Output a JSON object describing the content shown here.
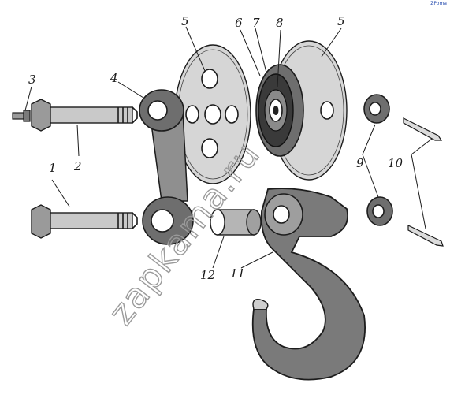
{
  "callouts": {
    "c1": "1",
    "c2": "2",
    "c3": "3",
    "c4": "4",
    "c5a": "5",
    "c5b": "5",
    "c6": "6",
    "c7": "7",
    "c8": "8",
    "c9": "9",
    "c10": "10",
    "c11": "11",
    "c12": "12"
  },
  "watermark": "zapkama.ru",
  "corner_mark": "ZPoma",
  "colors": {
    "ink": "#1c1c1c",
    "shade": "#6e6e6e",
    "watermark": "#9a9a9a"
  }
}
